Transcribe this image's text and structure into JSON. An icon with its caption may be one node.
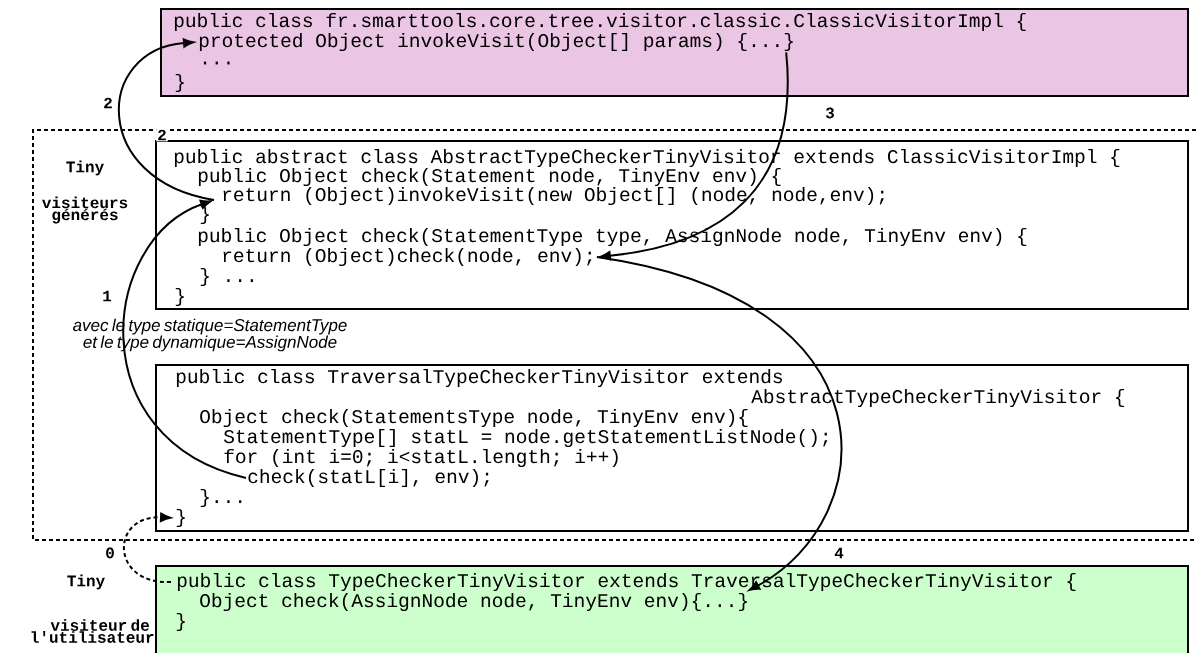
{
  "diagram": {
    "nodes": [
      {
        "text": [],
        "shape": "box"
      },
      {
        "text": [
          "public class fr.smarttools.core.tree.visitor.classic.ClassicVisitorImpl {"
        ],
        "in": 0
      },
      {
        "text": [
          "protected Object invokeVisit(Object[] params) {...}"
        ],
        "in": 0
      },
      {
        "text": [
          "..."
        ],
        "in": 0
      },
      {
        "text": [
          "}"
        ],
        "in": 0
      },
      {
        "text": [
          "Tiny",
          "visiteurs générés"
        ]
      },
      {
        "text": [],
        "shape": "box",
        "in": 5
      },
      {
        "text": [
          "public abstract class AbstractTypeCheckerTinyVisitor extends ClassicVisitorImpl {"
        ],
        "in": 6
      },
      {
        "text": [
          "public Object check(Statement node, TinyEnv env) {"
        ],
        "in": 6
      },
      {
        "text": [
          "return (Object)invokeVisit(new Object[] (node, node,env);"
        ],
        "in": 6
      },
      {
        "text": [
          "}"
        ],
        "in": 6
      },
      {
        "text": [
          "public Object check(StatementType type, AssignNode node, TinyEnv env) {"
        ],
        "in": 6
      },
      {
        "text": [
          "return (Object)check(node, env);"
        ],
        "in": 6
      },
      {
        "text": [
          "} ..."
        ],
        "in": 6
      },
      {
        "text": [
          "}"
        ],
        "in": 6
      },
      {
        "text": [],
        "shape": "box",
        "in": 5
      },
      {
        "text": [
          "public class TraversalTypeCheckerTinyVisitor extends"
        ],
        "in": 15
      },
      {
        "text": [
          "AbstractTypeCheckerTinyVisitor {"
        ],
        "in": 15
      },
      {
        "text": [
          "Object check(StatementsType node, TinyEnv env){"
        ],
        "in": 15
      },
      {
        "text": [
          "StatementType[] statL = node.getStatementListNode();"
        ],
        "in": 15
      },
      {
        "text": [
          "for (int i=0; i<statL.length; i++)"
        ],
        "in": 15
      },
      {
        "text": [
          "check(statL[i], env);"
        ],
        "in": 15
      },
      {
        "text": [
          "}..."
        ],
        "in": 15
      },
      {
        "text": [
          "}"
        ],
        "in": 15
      },
      {
        "text": [],
        "shape": "box",
        "beside": [
          "Tiny",
          "visiteur de l'utilisateur"
        ]
      },
      {
        "text": [
          "public class TypeCheckerTinyVisitor extends TraversalTypeCheckerTinyVisitor {"
        ],
        "in": 24
      },
      {
        "text": [
          "Object check(AssignNode node, TinyEnv env){...}"
        ],
        "in": 24
      },
      {
        "text": [
          "}"
        ],
        "in": 24
      }
    ],
    "edges": [
      {
        "from": 25,
        "to": 23,
        "arrow": "to",
        "label": "0",
        "style": "dashed"
      },
      {
        "from": 21,
        "to": 9,
        "arrow": "to",
        "label": "1"
      },
      {
        "from": 9,
        "to": 2,
        "arrow": "to",
        "label": "2"
      },
      {
        "from": 2,
        "to": 12,
        "arrow": "to",
        "label": "3"
      },
      {
        "from": 12,
        "to": 26,
        "arrow": "to",
        "label": "4"
      }
    ],
    "labels": [
      "2",
      "avec le type statique=StatementType et  le type dynamique=AssignNode"
    ]
  }
}
